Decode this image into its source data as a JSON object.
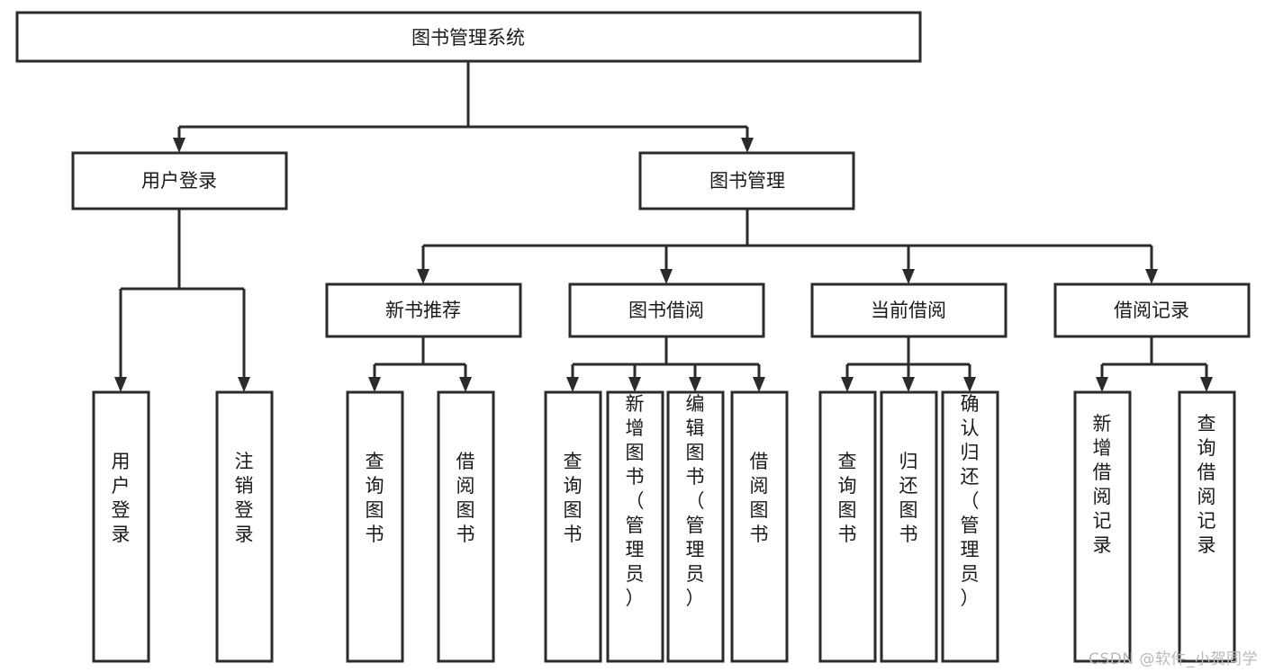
{
  "diagram": {
    "title": "图书管理系统",
    "watermark": "CSDN @软件_小贺同学",
    "colors": {
      "stroke": "#2b2b2b",
      "fill": "#ffffff",
      "text": "#1a1a1a",
      "watermark": "#b9b9b9",
      "background": "#ffffff"
    },
    "root": {
      "label": "图书管理系统"
    },
    "level1": [
      {
        "label": "用户登录"
      },
      {
        "label": "图书管理"
      }
    ],
    "level2": [
      {
        "label": "新书推荐"
      },
      {
        "label": "图书借阅"
      },
      {
        "label": "当前借阅"
      },
      {
        "label": "借阅记录"
      }
    ],
    "leaves": {
      "user_login": [
        {
          "label": "用户登录"
        },
        {
          "label": "注销登录"
        }
      ],
      "new_book_recommend": [
        {
          "label": "查询图书"
        },
        {
          "label": "借阅图书"
        }
      ],
      "book_borrow": [
        {
          "label": "查询图书"
        },
        {
          "label": "新增图书（管理员）"
        },
        {
          "label": "编辑图书（管理员）"
        },
        {
          "label": "借阅图书"
        }
      ],
      "current_borrow": [
        {
          "label": "查询图书"
        },
        {
          "label": "归还图书"
        },
        {
          "label": "确认归还（管理员）"
        }
      ],
      "borrow_record": [
        {
          "label": "新增借阅记录"
        },
        {
          "label": "查询借阅记录"
        }
      ]
    }
  }
}
